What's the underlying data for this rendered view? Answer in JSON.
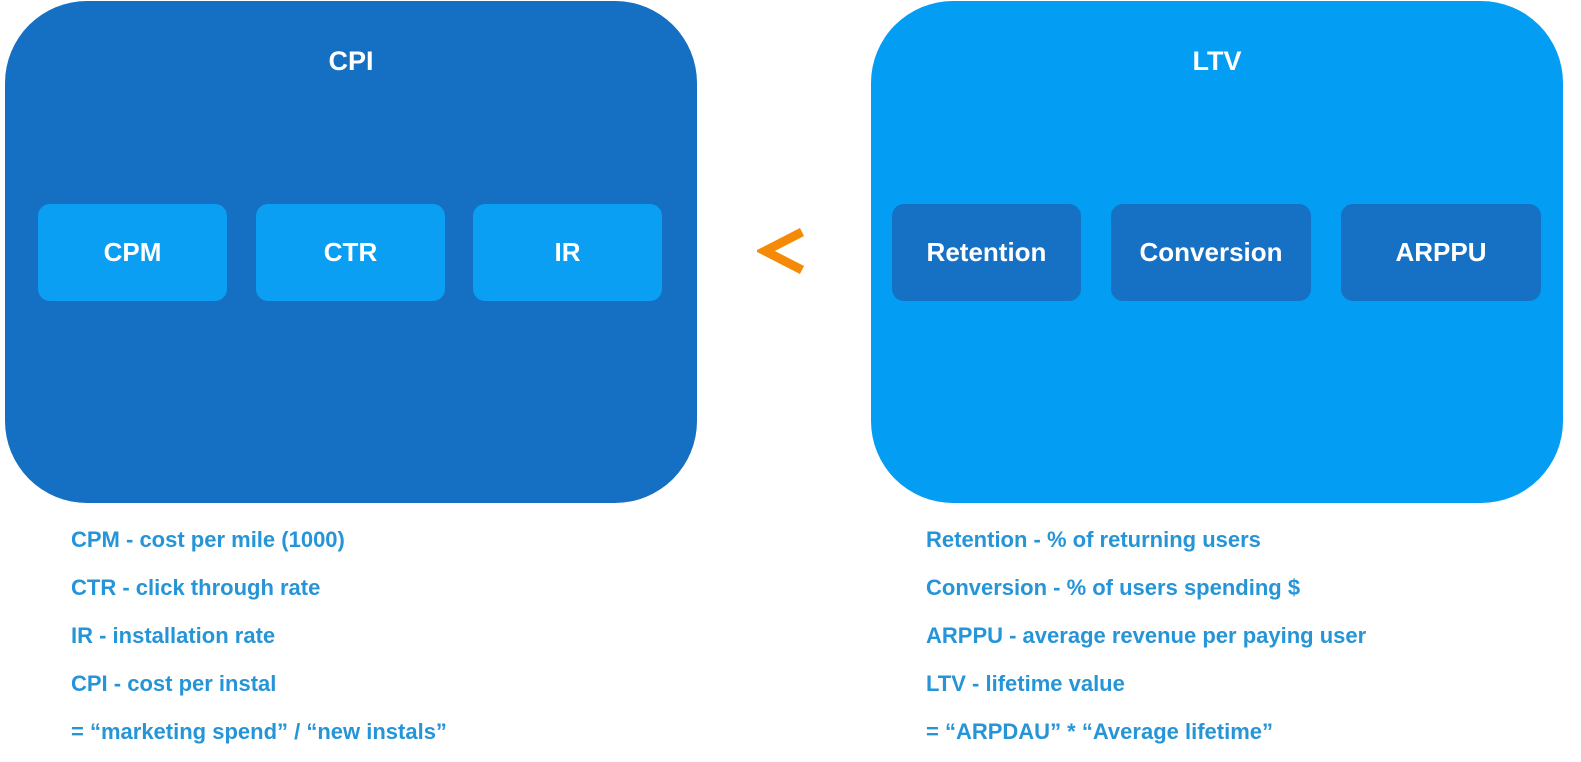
{
  "cpi_panel": {
    "title": "CPI",
    "metrics": [
      "CPM",
      "CTR",
      "IR"
    ]
  },
  "comparator": "<",
  "ltv_panel": {
    "title": "LTV",
    "metrics": [
      "Retention",
      "Conversion",
      "ARPPU"
    ]
  },
  "cpi_definitions": [
    "CPM - cost per mile (1000)",
    "CTR - click through rate",
    "IR - installation rate",
    "CPI - cost per instal",
    "= “marketing spend” / “new instals”"
  ],
  "ltv_definitions": [
    "Retention - % of returning users",
    "Conversion - % of users spending $",
    "ARPPU - average revenue per paying user",
    "LTV - lifetime value",
    "= “ARPDAU” * “Average lifetime”"
  ],
  "colors": {
    "cpi_panel": "#156fc2",
    "cpi_metric_box": "#0a9ff2",
    "ltv_panel": "#039df3",
    "ltv_metric_box": "#1671c4",
    "comparator": "#f58a07",
    "definition_text": "#2695d8"
  }
}
